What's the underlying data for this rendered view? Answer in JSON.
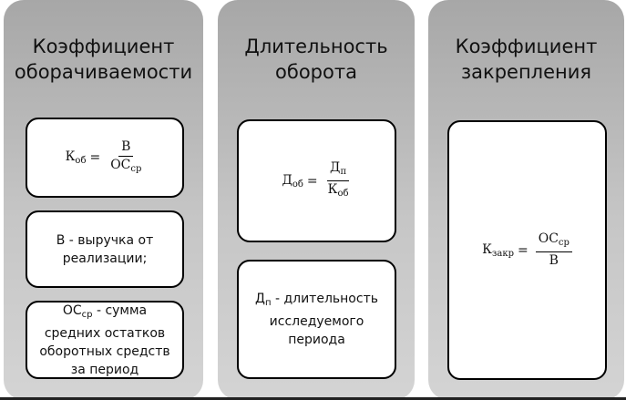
{
  "columns": [
    {
      "title_lines": [
        "Коэффициент",
        "оборачиваемости"
      ],
      "formula": {
        "lhs": "К",
        "lhs_sub": "об",
        "num": "В",
        "den": "ОС",
        "den_sub": "ср"
      },
      "boxes": [
        {
          "text": "В - выручка от реализации;"
        },
        {
          "sym": "ОС",
          "sym_sub": "ср",
          "text": " - сумма средних остатков оборотных средств за период"
        }
      ]
    },
    {
      "title_lines": [
        "Длительность",
        "оборота"
      ],
      "formula": {
        "lhs": "Д",
        "lhs_sub": "об",
        "num": "Д",
        "num_sub": "п",
        "den": "К",
        "den_sub": "об"
      },
      "boxes": [
        {
          "sym": "Д",
          "sym_sub": "п",
          "text": " - длительность исследуемого периода"
        }
      ]
    },
    {
      "title_lines": [
        "Коэффициент",
        "закрепления"
      ],
      "formula": {
        "lhs": "К",
        "lhs_sub": "закр",
        "num": "ОС",
        "num_sub": "ср",
        "den": "В"
      }
    }
  ],
  "eq_sign": "="
}
